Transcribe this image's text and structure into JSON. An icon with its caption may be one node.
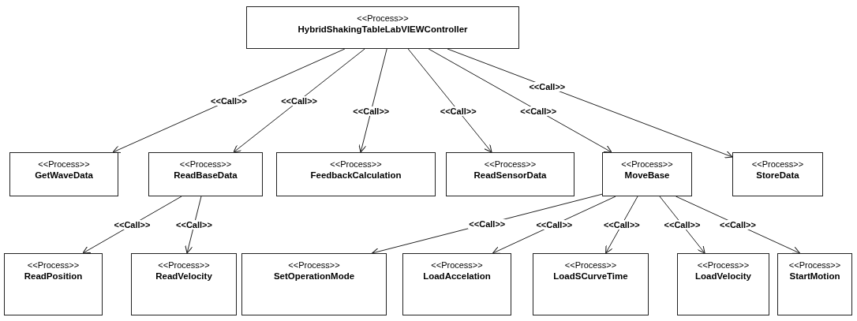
{
  "diagram": {
    "nodes": [
      {
        "text": [
          "<<Process>>",
          "HybridShakingTableLabVIEWController"
        ]
      },
      {
        "text": [
          "<<Process>>",
          "GetWaveData"
        ]
      },
      {
        "text": [
          "<<Process>>",
          "ReadBaseData"
        ]
      },
      {
        "text": [
          "<<Process>>",
          "FeedbackCalculation"
        ]
      },
      {
        "text": [
          "<<Process>>",
          "ReadSensorData"
        ]
      },
      {
        "text": [
          "<<Process>>",
          "MoveBase"
        ]
      },
      {
        "text": [
          "<<Process>>",
          "StoreData"
        ]
      },
      {
        "text": [
          "<<Process>>",
          "ReadPosition"
        ]
      },
      {
        "text": [
          "<<Process>>",
          "ReadVelocity"
        ]
      },
      {
        "text": [
          "<<Process>>",
          "SetOperationMode"
        ]
      },
      {
        "text": [
          "<<Process>>",
          "LoadAccelation"
        ]
      },
      {
        "text": [
          "<<Process>>",
          "LoadSCurveTime"
        ]
      },
      {
        "text": [
          "<<Process>>",
          "LoadVelocity"
        ]
      },
      {
        "text": [
          "<<Process>>",
          "StartMotion"
        ]
      }
    ],
    "edges": [
      {
        "from": 0,
        "to": 1,
        "arrow": "to",
        "label": "<<Call>>"
      },
      {
        "from": 0,
        "to": 2,
        "arrow": "to",
        "label": "<<Call>>"
      },
      {
        "from": 0,
        "to": 3,
        "arrow": "to",
        "label": "<<Call>>"
      },
      {
        "from": 0,
        "to": 4,
        "arrow": "to",
        "label": "<<Call>>"
      },
      {
        "from": 0,
        "to": 5,
        "arrow": "to",
        "label": "<<Call>>"
      },
      {
        "from": 0,
        "to": 6,
        "arrow": "to",
        "label": "<<Call>>"
      },
      {
        "from": 2,
        "to": 7,
        "arrow": "to",
        "label": "<<Call>>"
      },
      {
        "from": 2,
        "to": 8,
        "arrow": "to",
        "label": "<<Call>>"
      },
      {
        "from": 5,
        "to": 9,
        "arrow": "to",
        "label": "<<Call>>"
      },
      {
        "from": 5,
        "to": 10,
        "arrow": "to",
        "label": "<<Call>>"
      },
      {
        "from": 5,
        "to": 11,
        "arrow": "to",
        "label": "<<Call>>"
      },
      {
        "from": 5,
        "to": 12,
        "arrow": "to",
        "label": "<<Call>>"
      },
      {
        "from": 5,
        "to": 13,
        "arrow": "to",
        "label": "<<Call>>"
      }
    ]
  }
}
